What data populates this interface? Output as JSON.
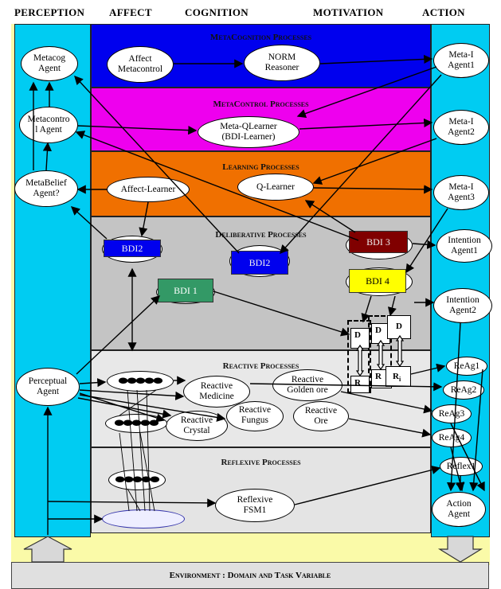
{
  "columns": {
    "perception": "PERCEPTION",
    "affect": "AFFECT",
    "cognition": "COGNITION",
    "motivation": "MOTIVATION",
    "action": "ACTION"
  },
  "bands": {
    "metacognition": "MetaCognition Processes",
    "metacontrol": "MetaControl Processes",
    "learning": "Learning Processes",
    "deliberative": "Deliberative Processes",
    "reactive": "Reactive Processes",
    "reflexive": "Reflexive Processes"
  },
  "environment": "Environment : Domain and Task Variable",
  "nodes": {
    "metacog_agent": "Metacog\nAgent",
    "metacontrol_agent": "Metacontro\nl Agent",
    "metabelief_agent": "MetaBelief\nAgent?",
    "perceptual_agent": "Perceptual\nAgent",
    "affect_metacontrol": "Affect\nMetacontrol",
    "norm_reasoner": "NORM\nReasoner",
    "meta_qlearner": "Meta-QLearner\n(BDI-Learner)",
    "affect_learner": "Affect-Learner",
    "q_learner": "Q-Learner",
    "meta_i_agent1": "Meta-I\nAgent1",
    "meta_i_agent2": "Meta-I\nAgent2",
    "meta_i_agent3": "Meta-I\nAgent3",
    "intention_agent1": "Intention\nAgent1",
    "intention_agent2": "Intention\nAgent2",
    "reactive_medicine": "Reactive\nMedicine",
    "reactive_golden_ore": "Reactive\nGolden ore",
    "reactive_fungus": "Reactive\nFungus",
    "reactive_crystal": "Reactive\nCrystal",
    "reactive_ore": "Reactive\nOre",
    "reflexive_fsm1": "Reflexive\nFSM1",
    "reag1": "ReAg1",
    "reag2": "ReAg2",
    "reag3": "ReAg3",
    "reag4": "ReAg4",
    "reflex1": "Reflex1",
    "action_agent": "Action\nAgent"
  },
  "bdi": {
    "bdi2_left": "BDI2",
    "bdi2_right": "BDI2",
    "bdi1": "BDI 1",
    "bdi3": "BDI 3",
    "bdi4": "BDI 4"
  },
  "dr_labels": {
    "d": "D",
    "r": "R",
    "ri": "R"
  },
  "colors": {
    "perception_column": "#00ccf2",
    "action_column": "#00ccf2",
    "background": "#fafaa8",
    "metacognition": "#0000ee",
    "metacontrol": "#ee00ee",
    "learning": "#f07000",
    "deliberative": "#c4c4c4",
    "reactive": "#e8e8e8",
    "reflexive": "#e4e4e4",
    "bdi2": "#0000ee",
    "bdi1": "#339966",
    "bdi3": "#800000",
    "bdi4": "#ffff00"
  }
}
